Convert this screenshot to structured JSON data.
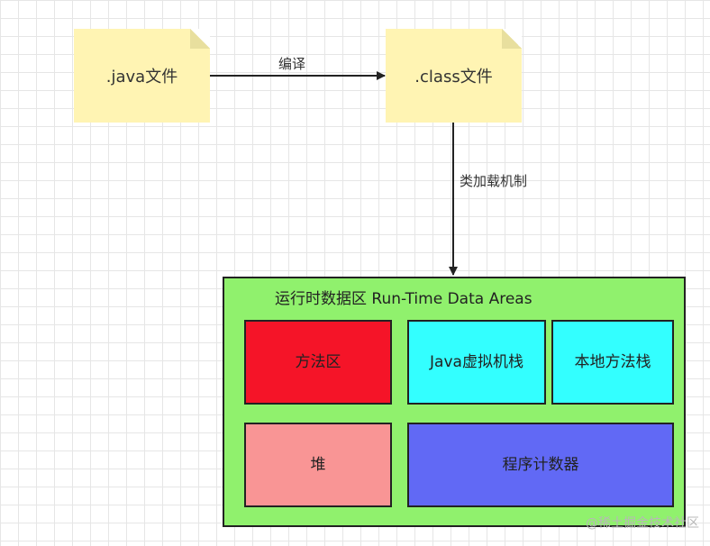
{
  "diagram": {
    "java_file": ".java文件",
    "class_file": ".class文件",
    "compile_label": "编译",
    "classload_label": "类加载机制",
    "runtime_title": "运行时数据区 Run-Time Data Areas",
    "areas": {
      "method_area": "方法区",
      "jvm_stack": "Java虚拟机栈",
      "native_stack": "本地方法栈",
      "heap": "堆",
      "pc_register": "程序计数器"
    },
    "colors": {
      "note": "#fff4b3",
      "runtime": "#90f16d",
      "method_area": "#f51428",
      "jvm_stack": "#33ffff",
      "native_stack": "#33ffff",
      "heap": "#f99595",
      "pc_register": "#6169f5"
    }
  },
  "watermark": "@稀土掘金技术社区"
}
